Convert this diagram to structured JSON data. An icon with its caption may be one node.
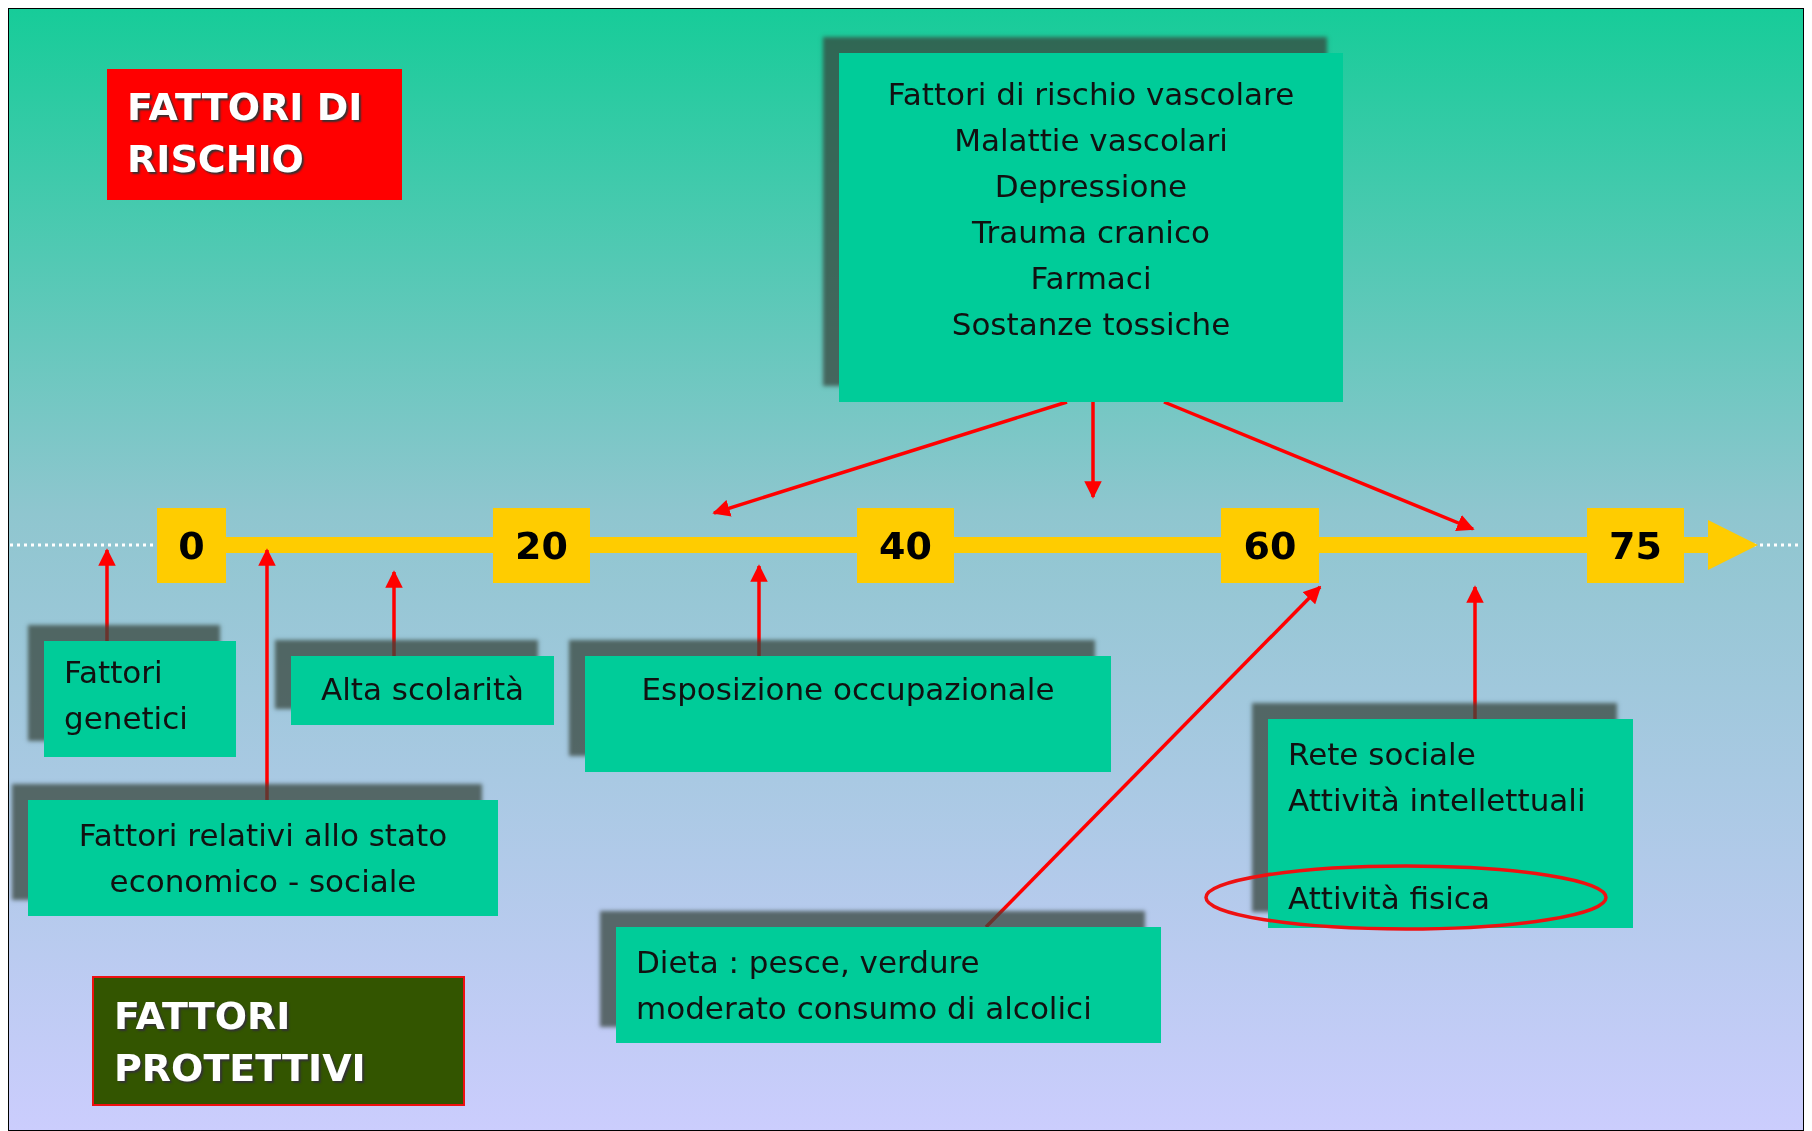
{
  "diagram": {
    "nodes": [
      {
        "text": [
          "FATTORI DI RISCHIO"
        ]
      },
      {
        "text": [
          "Fattori di rischio vascolare",
          "Malattie vascolari",
          "Depressione",
          "Trauma cranico",
          "Farmaci",
          "Sostanze tossiche"
        ]
      },
      {
        "text": [
          "0"
        ]
      },
      {
        "text": [
          "20"
        ]
      },
      {
        "text": [
          "40"
        ]
      },
      {
        "text": [
          "60"
        ]
      },
      {
        "text": [
          "75"
        ]
      },
      {
        "text": [
          "Fattori genetici"
        ]
      },
      {
        "text": [
          "Alta scolarità"
        ]
      },
      {
        "text": [
          "Esposizione occupazionale"
        ]
      },
      {
        "text": [
          "Fattori relativi allo stato economico - sociale"
        ]
      },
      {
        "text": [
          "Rete sociale",
          "Attività intellettuali"
        ]
      },
      {
        "text": [
          "Attività fisica"
        ]
      },
      {
        "text": [
          "Dieta : pesce, verdure moderato consumo di alcolici"
        ]
      },
      {
        "text": [
          "FATTORI PROTETTIVI"
        ]
      }
    ],
    "edges": [
      {
        "from": 1,
        "to": null,
        "arrow": "to"
      },
      {
        "from": 1,
        "to": null,
        "arrow": "to"
      },
      {
        "from": 1,
        "to": null,
        "arrow": "to"
      },
      {
        "from": 7,
        "to": 2,
        "arrow": "to"
      },
      {
        "from": 10,
        "to": 2,
        "arrow": "to"
      },
      {
        "from": 8,
        "to": null,
        "arrow": "to"
      },
      {
        "from": 9,
        "to": null,
        "arrow": "to"
      },
      {
        "from": 13,
        "to": 5,
        "arrow": "to"
      },
      {
        "from": 11,
        "to": null,
        "arrow": "to"
      }
    ]
  }
}
